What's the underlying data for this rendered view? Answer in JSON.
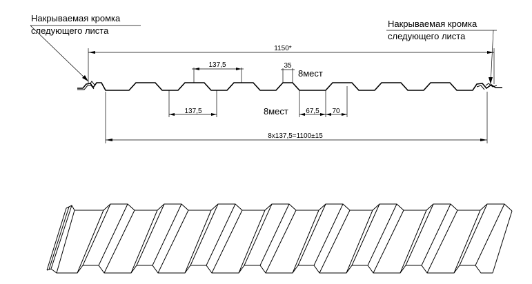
{
  "labels": {
    "left_edge_line1": "Накрываемая кромка",
    "left_edge_line2": "следующего листа",
    "right_edge_line1": "Накрываемая кромка",
    "right_edge_line2": "следующего листа",
    "overall_width": "1150*",
    "pitch_top": "137,5",
    "pitch_bottom": "137,5",
    "rib_top": "35",
    "places_top": "8мест",
    "places_bottom": "8мест",
    "trough_width": "67,5",
    "rib_width": "70",
    "working_width": "8x137,5=1100±15"
  }
}
